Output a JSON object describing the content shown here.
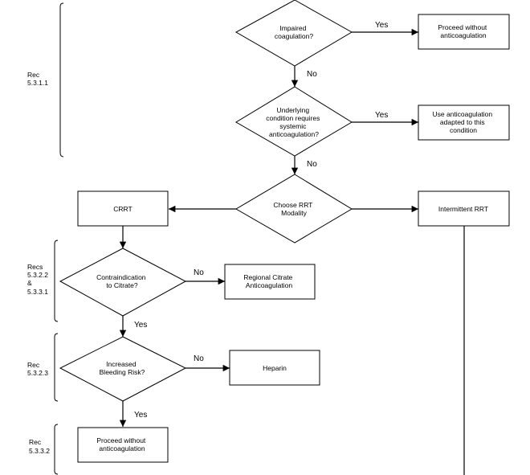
{
  "nodes": {
    "impaired": [
      "Impaired",
      "coagulation?"
    ],
    "proceed_top": [
      "Proceed without",
      "anticoagulation"
    ],
    "underlying": [
      "Underlying",
      "condition requires",
      "systemic",
      "anticoagulation?"
    ],
    "use_anticoag": [
      "Use anticoagulation",
      "adapted to this",
      "condition"
    ],
    "choose": [
      "Choose RRT",
      "Modality"
    ],
    "crrt": [
      "CRRT"
    ],
    "intermittent": [
      "Intermittent RRT"
    ],
    "contraindication": [
      "Contraindication",
      "to Citrate?"
    ],
    "regional": [
      "Regional Citrate",
      "Anticoagulation"
    ],
    "bleeding": [
      "Increased",
      "Bleeding Risk?"
    ],
    "heparin": [
      "Heparin"
    ],
    "proceed_bottom": [
      "Proceed without",
      "anticoagulation"
    ]
  },
  "edge_labels": {
    "yes_impaired": "Yes",
    "no_impaired": "No",
    "yes_underlying": "Yes",
    "no_underlying": "No",
    "no_contra": "No",
    "yes_contra": "Yes",
    "no_bleeding": "No",
    "yes_bleeding": "Yes"
  },
  "recs": {
    "r1": [
      "Rec",
      "5.3.1.1"
    ],
    "r2": [
      "Recs",
      "5.3.2.2",
      "&",
      "5.3.3.1"
    ],
    "r3": [
      "Rec",
      "5.3.2.3"
    ],
    "r4": [
      "Rec",
      "5.3.3.2"
    ]
  }
}
